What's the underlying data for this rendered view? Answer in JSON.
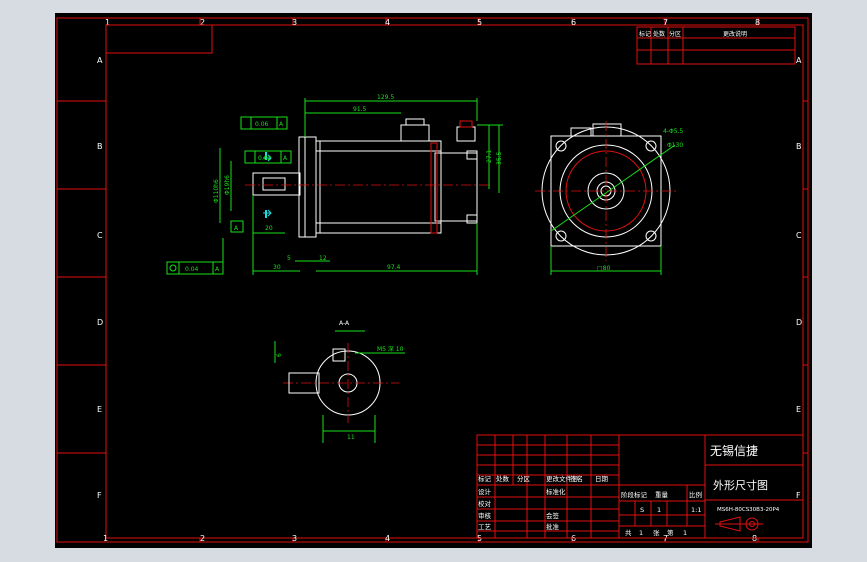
{
  "colors": {
    "frame": "#e01010",
    "outline": "#ffffff",
    "dimension": "#18e018",
    "accent": "#18e0e0",
    "background": "#000000",
    "margin": "#d7dce3"
  },
  "grid": {
    "top": [
      "1",
      "2",
      "3",
      "4",
      "5",
      "6",
      "7",
      "8"
    ],
    "bottom": [
      "1",
      "2",
      "3",
      "4",
      "5",
      "6",
      "7",
      "8"
    ],
    "left": [
      "A",
      "B",
      "C",
      "D",
      "E",
      "F"
    ],
    "right": [
      "A",
      "B",
      "C",
      "D",
      "E",
      "F"
    ]
  },
  "revision_block": {
    "mark": "标记",
    "count": "处数",
    "zone": "分区",
    "change": "更改说明"
  },
  "front_view": {
    "dims": {
      "overall": "129.5",
      "body": "91.5",
      "length": "97.4",
      "shaft": "30",
      "key": "20",
      "small1": "5",
      "small2": "12",
      "h1": "27.1",
      "h2": "35.5"
    },
    "tolerances": {
      "runout": "0.06",
      "perpendicular": "0.02",
      "concentric": "0.04"
    },
    "datum": "A",
    "diameters": {
      "shaft": "Φ19h6",
      "spigot": "Φ110h6"
    }
  },
  "side_view": {
    "holes": "4-Φ5.5",
    "pcd": "Φ130",
    "flange": "□80"
  },
  "section": {
    "label": "A-A",
    "thread": "M5 深 10",
    "width": "6",
    "depth": "11"
  },
  "title_block": {
    "company": "无锡信捷",
    "drawing_name": "外形尺寸图",
    "part_number": "MS6H-80CS30B3-20P4",
    "rows": {
      "marks": [
        "标记",
        "处数",
        "分区",
        "更改文件号",
        "签名",
        "日期"
      ],
      "design": "设计",
      "standard": "标准化",
      "check": "校对",
      "review": "审核",
      "approve": "批准",
      "process": "工艺",
      "audit": "会签",
      "stage": "阶段标记",
      "weight": "重量",
      "scale": "比例",
      "stage_val": "S",
      "weight_val": "1",
      "scale_val": "1:1",
      "sheets_total": "共",
      "sheets_total_val": "1",
      "sheet_unit": "张",
      "sheet_no": "第",
      "sheet_no_val": "1"
    }
  }
}
